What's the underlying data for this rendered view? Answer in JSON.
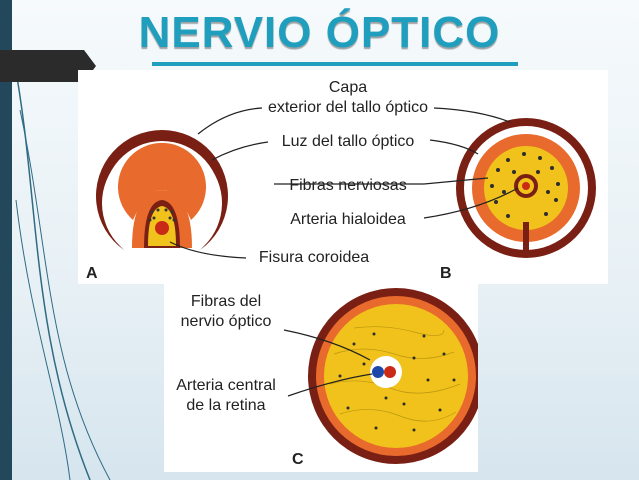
{
  "slide": {
    "title": "NERVIO ÓPTICO"
  },
  "figure_a": {
    "letter": "A",
    "labels": {
      "capa_line1": "Capa",
      "capa_line2": "exterior del tallo óptico",
      "luz": "Luz del tallo óptico",
      "fibras": "Fibras nerviosas",
      "arteria": "Arteria hialoidea",
      "fisura": "Fisura coroidea"
    }
  },
  "figure_b": {
    "letter": "B"
  },
  "figure_c": {
    "letter": "C",
    "labels": {
      "fibras_line1": "Fibras del",
      "fibras_line2": "nervio óptico",
      "arteria_line1": "Arteria central",
      "arteria_line2": "de la retina"
    }
  },
  "colors": {
    "accent": "#1f9fbd",
    "sidebar": "#23485c",
    "outer_wall": "#7a1f14",
    "luz": "#e86a2c",
    "fibers": "#f0c21b",
    "artery": "#c82a16"
  }
}
